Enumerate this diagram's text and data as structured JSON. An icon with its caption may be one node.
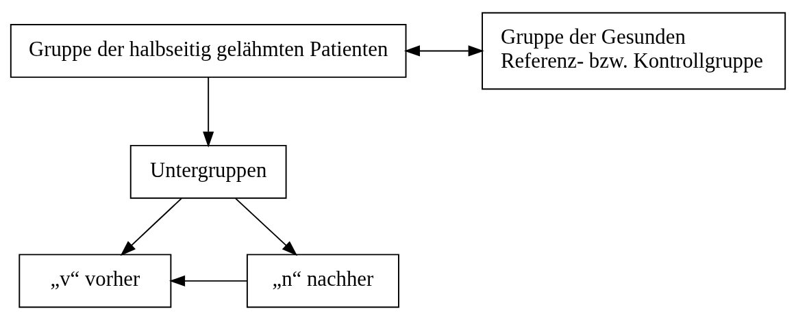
{
  "diagram": {
    "nodes": [
      {
        "text": [
          "Gruppe der halbseitig gelähmten Patienten"
        ]
      },
      {
        "text": [
          "Gruppe der Gesunden",
          "Referenz- bzw. Kontrollgruppe"
        ]
      },
      {
        "text": [
          "Untergruppen"
        ]
      },
      {
        "text": [
          "„v“ vorher"
        ]
      },
      {
        "text": [
          "„n“ nachher"
        ]
      }
    ],
    "edges": [
      {
        "from": 0,
        "to": 1,
        "arrow": "both"
      },
      {
        "from": 0,
        "to": 2,
        "arrow": "to"
      },
      {
        "from": 2,
        "to": 3,
        "arrow": "to"
      },
      {
        "from": 2,
        "to": 4,
        "arrow": "to"
      },
      {
        "from": 4,
        "to": 3,
        "arrow": "to"
      }
    ]
  }
}
